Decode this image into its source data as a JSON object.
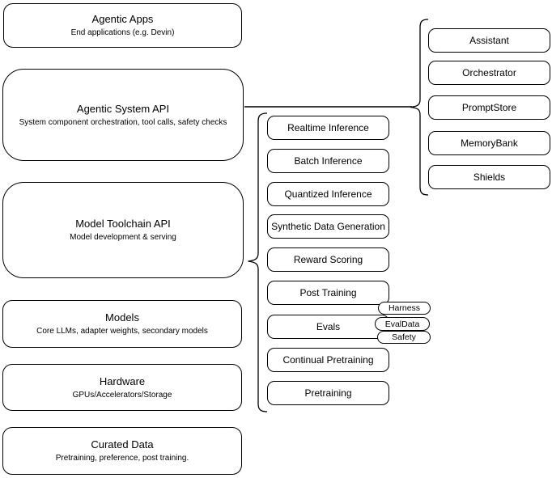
{
  "left_stack": {
    "agentic_apps": {
      "title": "Agentic Apps",
      "subtitle": "End applications (e.g. Devin)"
    },
    "agentic_system_api": {
      "title": "Agentic System API",
      "subtitle": "System component orchestration, tool calls, safety checks"
    },
    "model_toolchain_api": {
      "title": "Model Toolchain API",
      "subtitle": "Model development & serving"
    },
    "models": {
      "title": "Models",
      "subtitle": "Core LLMs, adapter weights, secondary models"
    },
    "hardware": {
      "title": "Hardware",
      "subtitle": "GPUs/Accelerators/Storage"
    },
    "curated_data": {
      "title": "Curated Data",
      "subtitle": "Pretraining, preference, post training."
    }
  },
  "toolchain": {
    "items": [
      "Realtime Inference",
      "Batch Inference",
      "Quantized Inference",
      "Synthetic Data Generation",
      "Reward Scoring",
      "Post Training",
      "Evals",
      "Continual Pretraining",
      "Pretraining"
    ],
    "evals_tags": [
      "Harness",
      "EvalData",
      "Safety"
    ]
  },
  "system_components": {
    "items": [
      "Assistant",
      "Orchestrator",
      "PromptStore",
      "MemoryBank",
      "Shields"
    ]
  },
  "colors": {
    "stroke": "#000000",
    "fill": "#ffffff",
    "text": "#000000",
    "connector": "#3d3d3d"
  }
}
